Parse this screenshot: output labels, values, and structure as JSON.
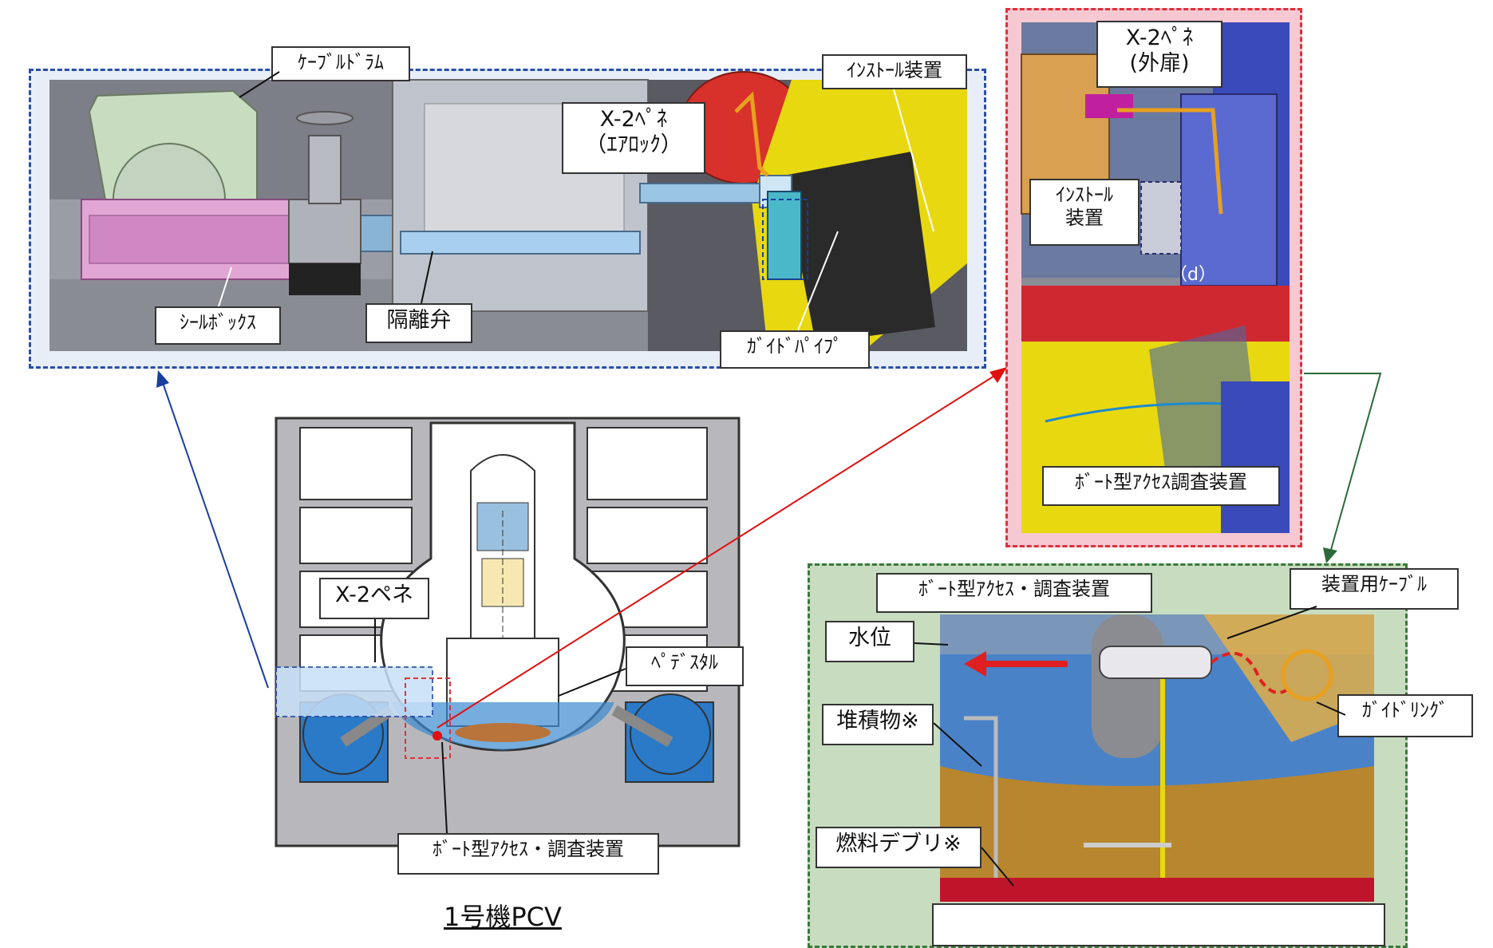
{
  "left_panel": {
    "labels": {
      "cable_drum": "ｹｰﾌﾞﾙﾄﾞﾗﾑ",
      "install_device": "ｲﾝｽﾄｰﾙ装置",
      "x2_airlock_line1": "X-2ﾍﾟﾈ",
      "x2_airlock_line2": "（ｴｱﾛｯｸ）",
      "seal_box": "ｼｰﾙﾎﾞｯｸｽ",
      "isolation_valve": "隔離弁",
      "guide_pipe": "ｶﾞｲﾄﾞﾊﾟｲﾌﾟ"
    }
  },
  "right_top_panel": {
    "labels": {
      "x2_door_line1": "X-2ﾍﾟﾈ",
      "x2_door_line2": "(外扉)",
      "install_line1": "ｲﾝｽﾄｰﾙ",
      "install_line2": "装置",
      "marker_d": "（d）",
      "boat_device": "ﾎﾞｰﾄ型ｱｸｾｽ調査装置"
    }
  },
  "pcv_section": {
    "labels": {
      "x2_pene": "X-2ペネ",
      "pedestal": "ﾍﾟﾃﾞｽﾀﾙ",
      "boat_device": "ﾎﾞｰﾄ型ｱｸｾｽ・調査装置"
    },
    "caption": "1号機PCV"
  },
  "right_bottom_panel": {
    "labels": {
      "boat_device": "ﾎﾞｰﾄ型ｱｸｾｽ・調査装置",
      "device_cable": "装置用ｹｰﾌﾞﾙ",
      "water_level": "水位",
      "guide_ring": "ｶﾞｲﾄﾞﾘﾝｸﾞ",
      "sediment": "堆積物※",
      "fuel_debris": "燃料デブリ※",
      "caption": "堆積物厚さ測定時の調査イメージ"
    },
    "colors": {
      "water": "#4a82c8",
      "sediment": "#b8862e",
      "debris": "#c0142a",
      "arrow": "#e02020",
      "ring": "#e8a020"
    }
  },
  "colors": {
    "left_frame": "#2a4fa8",
    "right_top_frame": "#e0303a",
    "right_bottom_frame": "#3a7a3a",
    "connector_blue": "#1a3ea0",
    "connector_red": "#e01010",
    "connector_green": "#2a6a3a"
  }
}
